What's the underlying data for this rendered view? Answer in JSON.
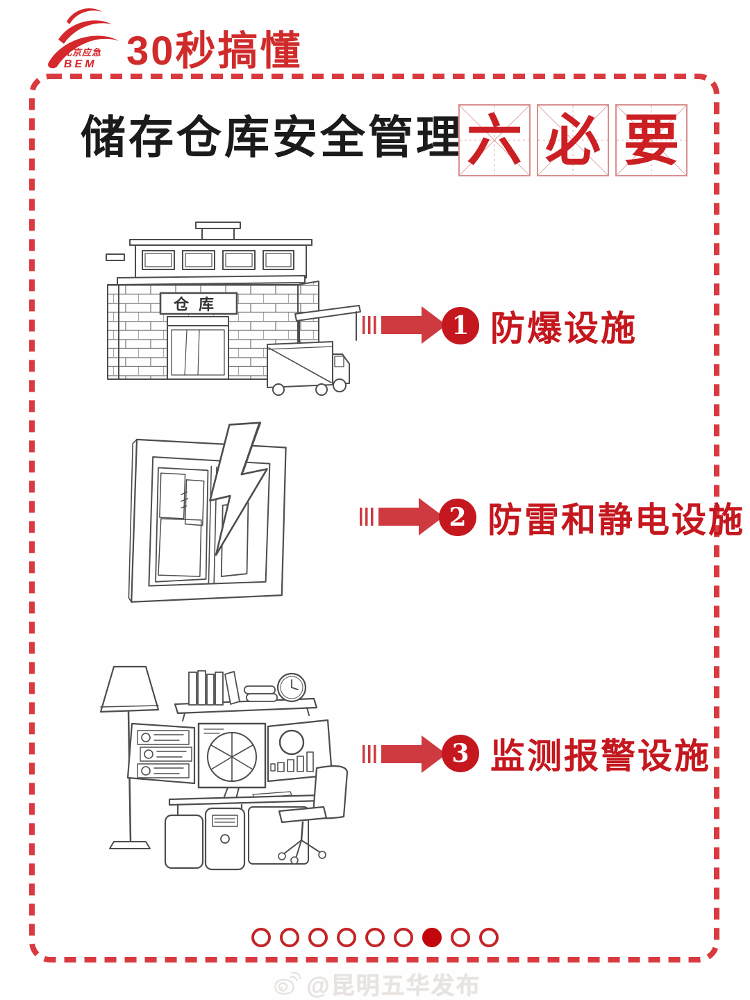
{
  "header": {
    "logo": {
      "org_cn": "北京应急",
      "org_en": "BEM"
    },
    "title": "30秒搞懂"
  },
  "poster": {
    "title_black": "储存仓库安全管理",
    "title_red_chars": [
      "六",
      "必",
      "要"
    ],
    "items": [
      {
        "num": "1",
        "label": "防爆设施",
        "illustration": "warehouse-with-truck",
        "sign_text": "仓库"
      },
      {
        "num": "2",
        "label": "防雷和静电设施",
        "illustration": "window-with-lightning-bolt"
      },
      {
        "num": "3",
        "label": "监测报警设施",
        "illustration": "monitoring-control-desk"
      }
    ],
    "pagination": {
      "total": 9,
      "active": 7
    }
  },
  "footer": {
    "watermark": "@昆明五华发布",
    "icon": "weibo-icon"
  },
  "colors": {
    "brand_red": "#c5171e",
    "title_ink": "#1b1b1b",
    "border_red": "#d93a3f",
    "arrow_red": "#ce3a40",
    "dot_red": "#c1070c",
    "sketch_ink": "#4d4d4d",
    "grid_line_pink": "#e0a9a9",
    "watermark_gray": "#e7e3e1",
    "background": "#ffffff"
  }
}
